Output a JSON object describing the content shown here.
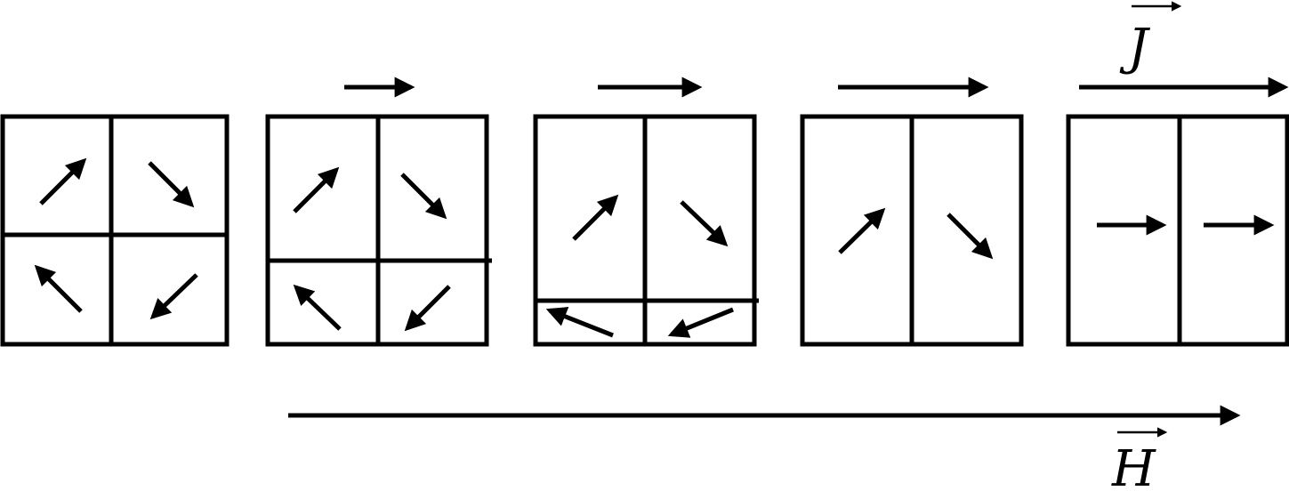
{
  "diagram": {
    "labels": {
      "magnetization": "J",
      "field": "H"
    },
    "stroke_color": "#000000",
    "background_color": "#ffffff",
    "panels": [
      {
        "step": 1,
        "field_level": 0
      },
      {
        "step": 2,
        "field_level": 1
      },
      {
        "step": 3,
        "field_level": 2
      },
      {
        "step": 4,
        "field_level": 3
      },
      {
        "step": 5,
        "field_level": 4
      }
    ]
  }
}
